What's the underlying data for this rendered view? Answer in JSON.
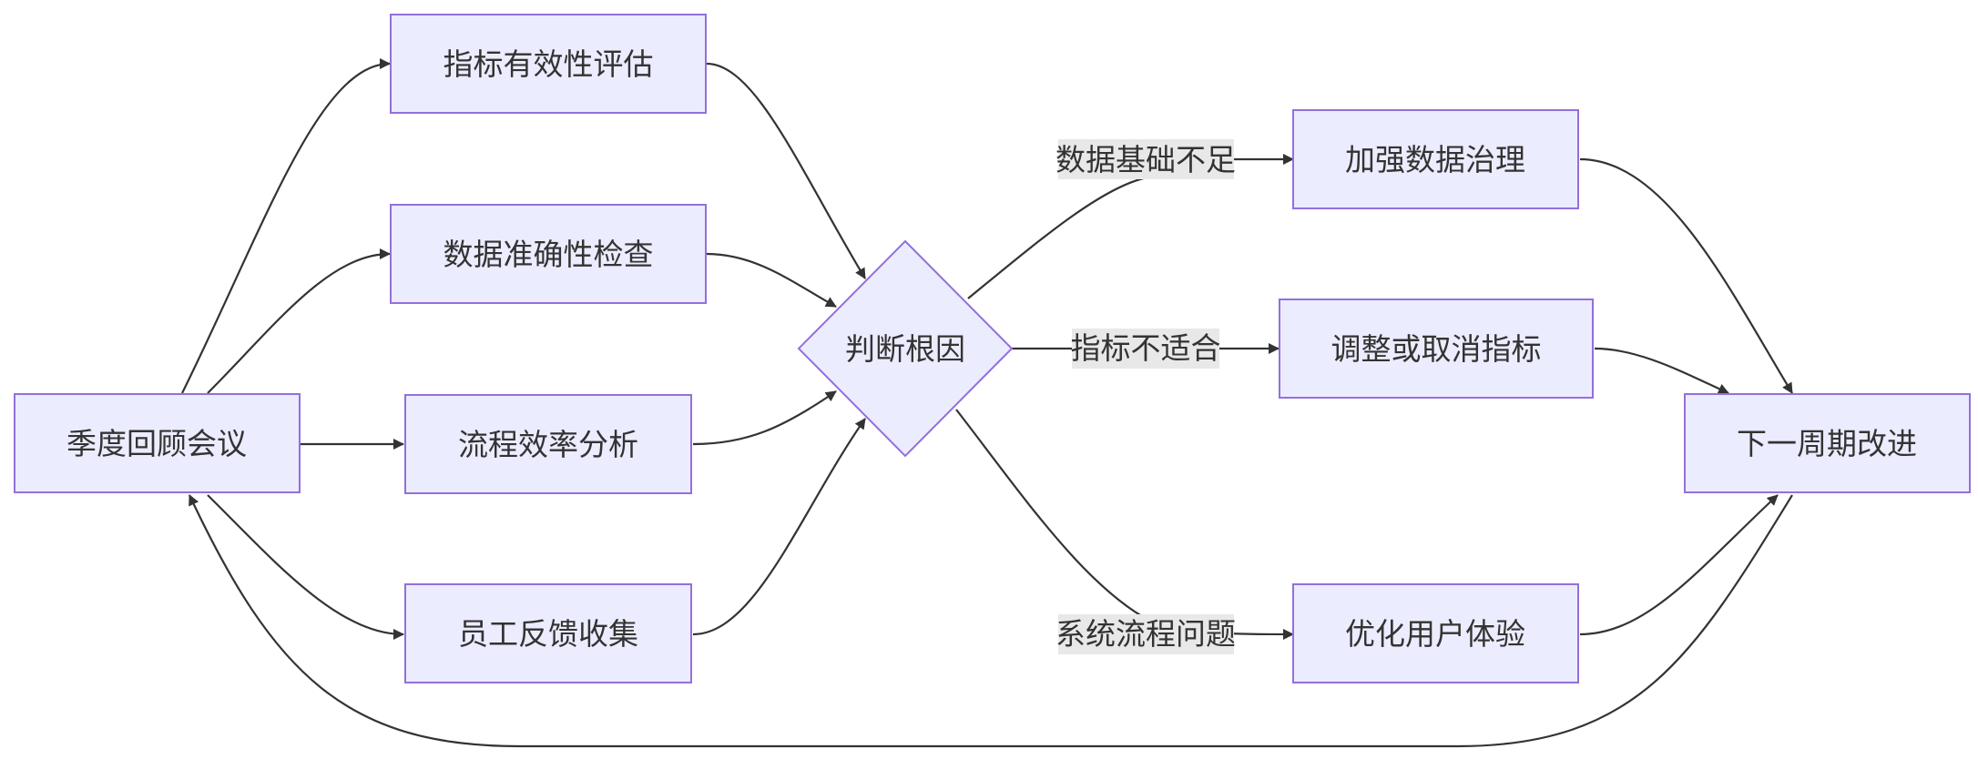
{
  "diagram": {
    "nodes": {
      "quarterly_review": "季度回顾会议",
      "metric_effectiveness": "指标有效性评估",
      "data_accuracy": "数据准确性检查",
      "process_efficiency": "流程效率分析",
      "employee_feedback": "员工反馈收集",
      "root_cause": "判断根因",
      "data_governance": "加强数据治理",
      "adjust_metrics": "调整或取消指标",
      "optimize_ux": "优化用户体验",
      "next_cycle": "下一周期改进"
    },
    "edge_labels": {
      "insufficient_data": "数据基础不足",
      "metric_unsuitable": "指标不适合",
      "process_issue": "系统流程问题"
    },
    "colors": {
      "node_fill": "#ECECFF",
      "node_stroke": "#9370DB",
      "edge": "#333333",
      "label_bg": "#E8E8E8",
      "text": "#333333"
    }
  }
}
